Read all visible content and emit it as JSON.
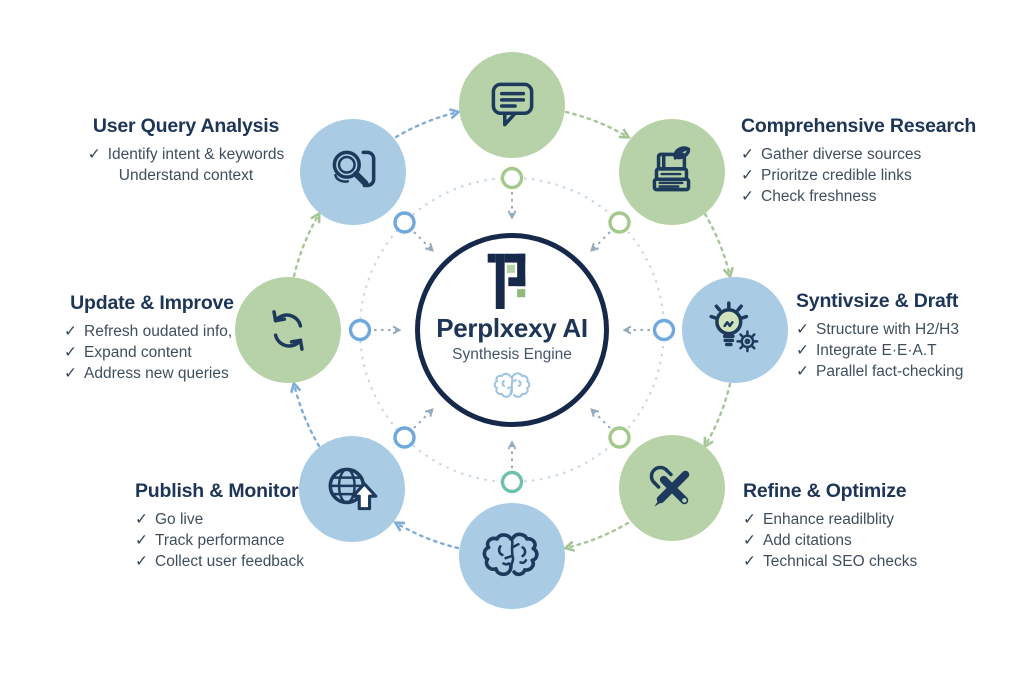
{
  "center": {
    "title": "Perplxexy AI",
    "subtitle": "Synthesis Engine",
    "logo": "perplexity-style-P-mark",
    "footer_icon": "brain-icon"
  },
  "check_glyph": "✓",
  "stages": {
    "user_query_analysis": {
      "title": "User Query Analysis",
      "items": [
        "Identify intent & keywords",
        "Understand context"
      ]
    },
    "comprehensive_research": {
      "title": "Comprehensive Research",
      "items": [
        "Gather diverse sources",
        "Prioritze credible links",
        "Check freshness"
      ]
    },
    "synthesize_draft": {
      "title": "Syntivsize & Draft",
      "items": [
        "Structure with H2/H3",
        "Integrate E·E·A.T",
        "Parallel fact-checking"
      ]
    },
    "refine_optimize": {
      "title": "Refine & Optimize",
      "items": [
        "Enhance readilblity",
        "Add citations",
        "Technical SEO checks"
      ]
    },
    "publish_monitor": {
      "title": "Publish & Monitor",
      "items": [
        "Go live",
        "Track performance",
        "Collect user feedback"
      ]
    },
    "update_improve": {
      "title": "Update & Improve",
      "items": [
        "Refresh oudated info,",
        "Expand content",
        "Address new queries"
      ]
    }
  },
  "nodes": [
    {
      "icon": "chat-bubble-icon",
      "color": "green",
      "position": "top"
    },
    {
      "icon": "books-leaf-icon",
      "color": "green",
      "position": "top-right"
    },
    {
      "icon": "lightbulb-gear-icon",
      "color": "blue",
      "position": "right"
    },
    {
      "icon": "tools-icon",
      "color": "green",
      "position": "bottom-right"
    },
    {
      "icon": "brain-icon",
      "color": "blue",
      "position": "bottom"
    },
    {
      "icon": "globe-upload-icon",
      "color": "blue",
      "position": "bottom-left"
    },
    {
      "icon": "refresh-icon",
      "color": "green",
      "position": "left"
    },
    {
      "icon": "magnifier-icon",
      "color": "blue",
      "position": "top-left"
    }
  ],
  "colors": {
    "navy": "#1d3a5c",
    "navy_dark": "#16294a",
    "heading": "#1d3557",
    "subtitle": "#44566b",
    "item_text": "#3f4e5e",
    "check": "#34495e",
    "green_node": "#b7d2a8",
    "blue_node": "#a9cbe3",
    "ring": "#c5d6e6",
    "arrow_gray": "#93aabf",
    "arc_blue": "#7fadd9",
    "arc_green": "#a6c596",
    "dot_blue": "#6fa8dc",
    "dot_green": "#a3c98b",
    "dot_teal": "#6fbfae",
    "bulb_green": "#cfe3bd",
    "logo_green": "#8fb97a",
    "logo_green_light": "#b7d2a8",
    "brain_blue": "#9ec4e0"
  }
}
